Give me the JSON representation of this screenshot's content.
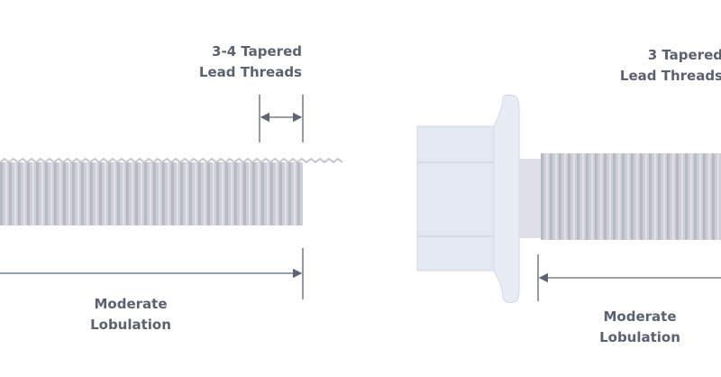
{
  "left_screw": {
    "top_label_line1": "3-4 Tapered",
    "top_label_line2": "Lead Threads",
    "bottom_label_line1": "Moderate",
    "bottom_label_line2": "Lobulation"
  },
  "right_screw": {
    "top_label_line1": "3 Tapered",
    "top_label_line2": "Lead Threads",
    "bottom_label_line1": "Moderate",
    "bottom_label_line2": "Lobulation"
  },
  "colors": {
    "text": "#5b6170",
    "line": "#5e6472",
    "thread": "#c9ccd3",
    "head": "#e3e8f3"
  }
}
